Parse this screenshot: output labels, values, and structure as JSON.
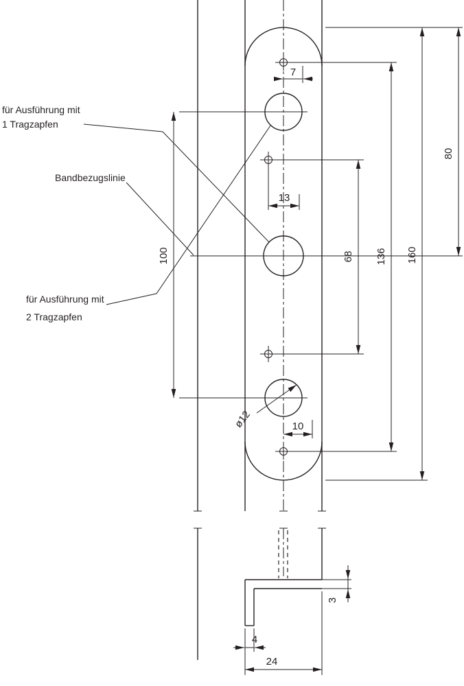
{
  "drawing": {
    "callouts": {
      "execution_one_line1": "für Ausführung mit",
      "execution_one_line2": "1 Tragzapfen",
      "band_reference": "Bandbezugslinie",
      "execution_two_line1": "für Ausführung mit",
      "execution_two_line2": "2 Tragzapfen"
    },
    "dimensions": {
      "hole_offset_top": "7",
      "hole_offset_mid": "13",
      "spacing_inner": "68",
      "spacing_outer": "136",
      "plate_length": "160",
      "top_to_center": "80",
      "pin_spacing": "100",
      "hole_offset_bottom": "10",
      "pin_hole_diameter": "ø12",
      "material_thickness": "3",
      "lip_length": "4",
      "plate_width": "24"
    }
  },
  "colors": {
    "ink": "#231f20",
    "bg": "#ffffff"
  }
}
